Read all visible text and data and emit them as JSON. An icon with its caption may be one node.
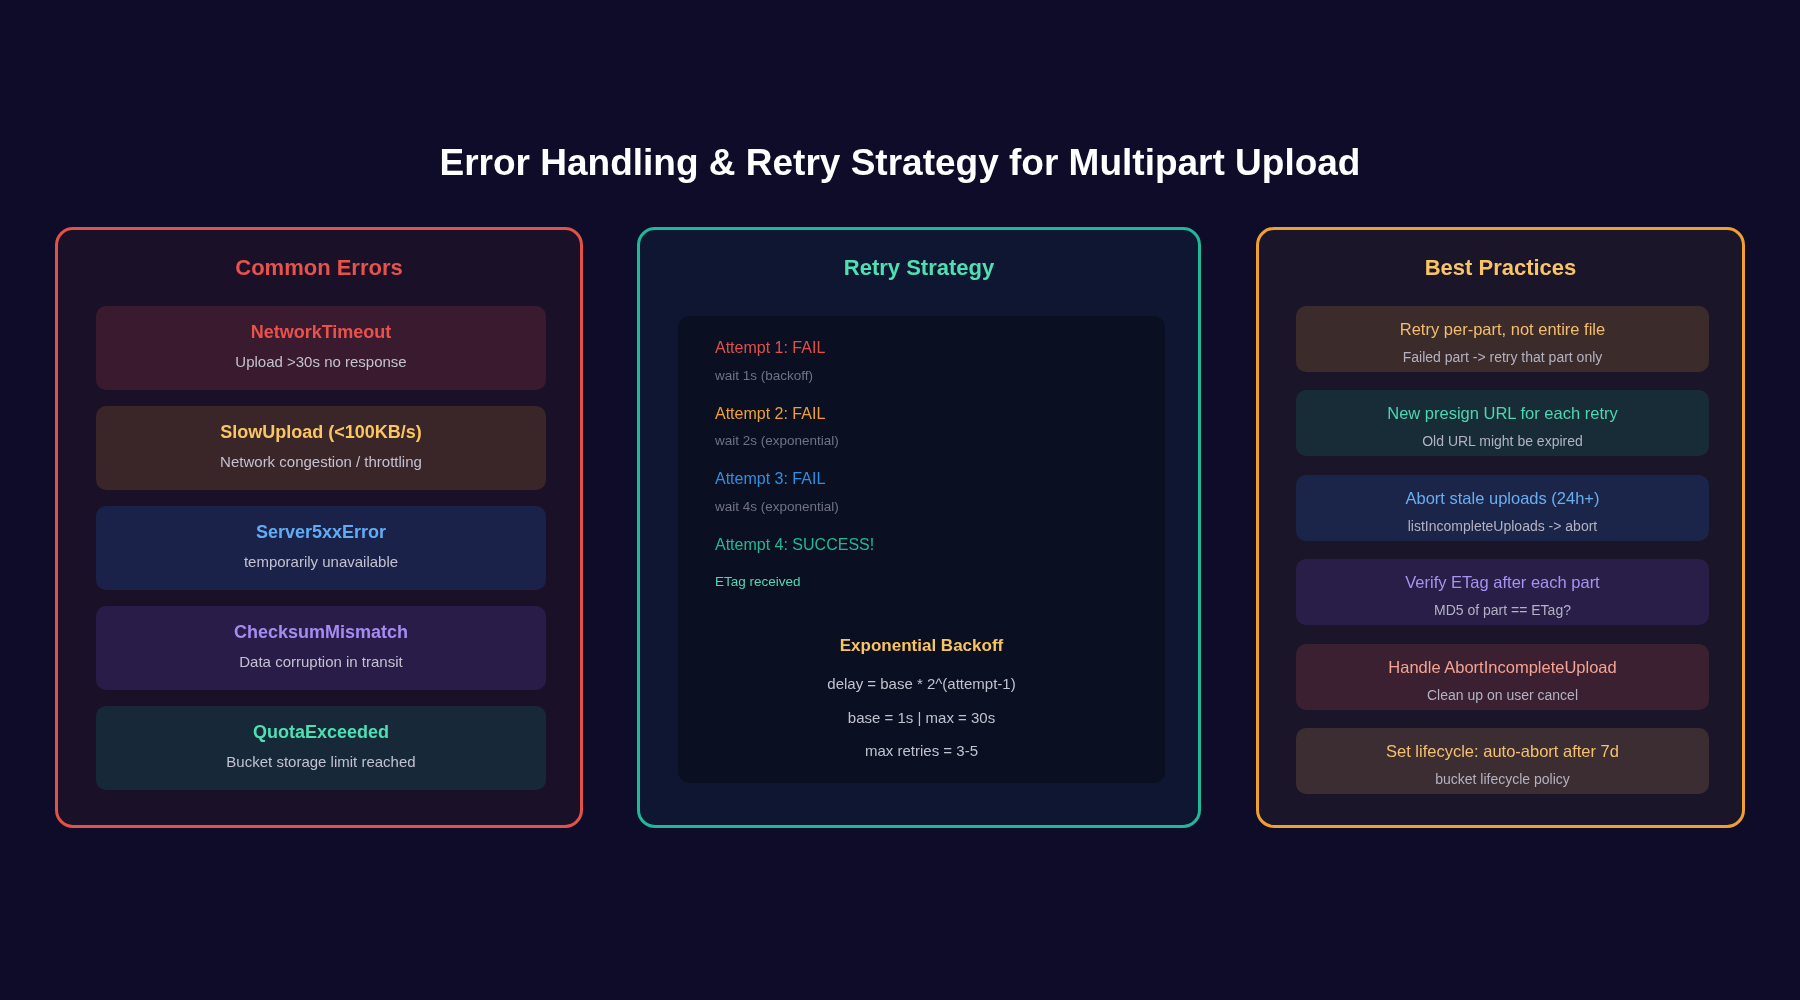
{
  "diagram": {
    "title": "Error Handling & Retry Strategy for Multipart Upload",
    "nodes": [
      {
        "text": [
          "Common Errors"
        ]
      },
      {
        "text": [
          "NetworkTimeout",
          "Upload >30s no response"
        ],
        "in": 0
      },
      {
        "text": [
          "SlowUpload (<100KB/s)",
          "Network congestion / throttling"
        ],
        "in": 0
      },
      {
        "text": [
          "Server5xxError",
          "temporarily unavailable"
        ],
        "in": 0
      },
      {
        "text": [
          "ChecksumMismatch",
          "Data corruption in transit"
        ],
        "in": 0
      },
      {
        "text": [
          "QuotaExceeded",
          "Bucket storage limit reached"
        ],
        "in": 0
      },
      {
        "text": [
          "Retry Strategy"
        ]
      },
      {
        "text": [
          "Attempt 1: FAIL",
          "wait 1s (backoff)",
          "Attempt 2: FAIL",
          "wait 2s (exponential)",
          "Attempt 3: FAIL",
          "wait 4s (exponential)",
          "Attempt 4: SUCCESS!",
          "ETag received",
          "Exponential Backoff",
          "delay = base * 2^(attempt-1)",
          "base = 1s | max = 30s",
          "max retries = 3-5"
        ],
        "in": 6
      },
      {
        "text": [
          "Best Practices"
        ]
      },
      {
        "text": [
          "Retry per-part, not entire file",
          "Failed part -> retry that part only"
        ],
        "in": 8
      },
      {
        "text": [
          "New presign URL for each retry",
          "Old URL might be expired"
        ],
        "in": 8
      },
      {
        "text": [
          "Abort stale uploads (24h+)",
          "listIncompleteUploads -> abort"
        ],
        "in": 8
      },
      {
        "text": [
          "Verify ETag after each part",
          "MD5 of part == ETag?"
        ],
        "in": 8
      },
      {
        "text": [
          "Handle AbortIncompleteUpload",
          "Clean up on user cancel"
        ],
        "in": 8
      },
      {
        "text": [
          "Set lifecycle: auto-abort after 7d",
          "bucket lifecycle policy"
        ],
        "in": 8
      }
    ]
  }
}
